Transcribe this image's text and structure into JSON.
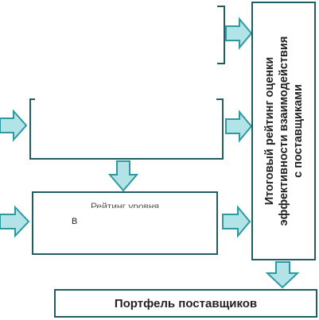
{
  "diagram": {
    "rating_box": {
      "lines": [
        "Итоговый рейтинг оценки",
        "эффективности взаимодействия",
        "с поставщиками"
      ]
    },
    "bottom_box": {
      "title": "Рейтинг уровня",
      "subtitle": "В"
    },
    "portfolio_box": {
      "label": "Портфель поставщиков"
    },
    "colors": {
      "arrow_fill": "#b2e3e7",
      "arrow_stroke": "#2c9aa0",
      "box_border": "#1f5f63"
    }
  }
}
